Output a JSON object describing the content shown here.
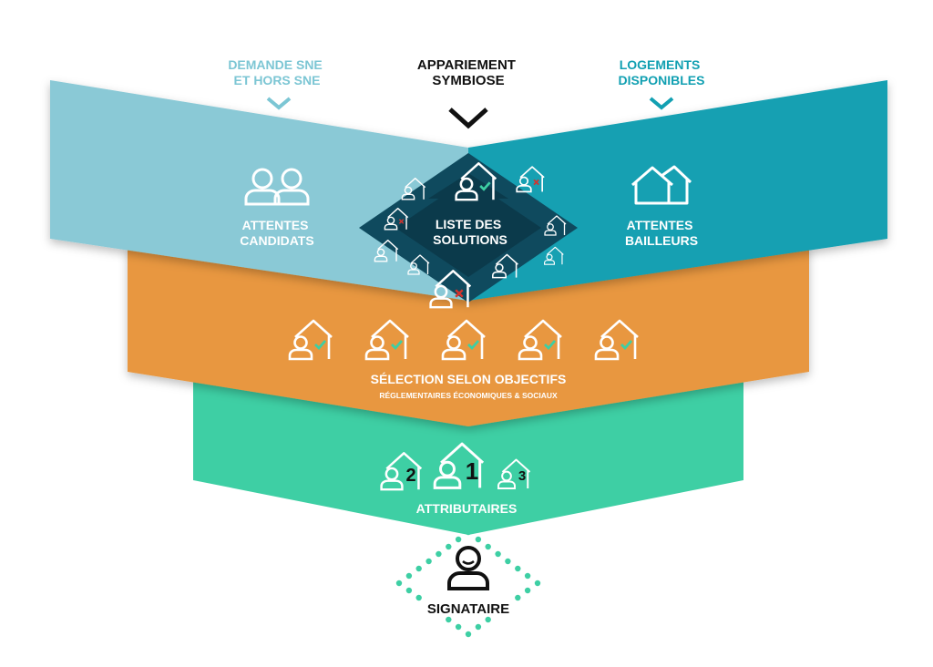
{
  "top_labels": {
    "left": [
      "DEMANDE SNE",
      "ET HORS SNE"
    ],
    "center": [
      "APPARIEMENT",
      "SYMBIOSE"
    ],
    "right": [
      "LOGEMENTS",
      "DISPONIBLES"
    ]
  },
  "band1": {
    "left": [
      "ATTENTES",
      "CANDIDATS"
    ],
    "center": [
      "LISTE DES",
      "SOLUTIONS"
    ],
    "right": [
      "ATTENTES",
      "BAILLEURS"
    ]
  },
  "band2": {
    "title": "SÉLECTION SELON OBJECTIFS",
    "subtitle": "RÉGLEMENTAIRES ÉCONOMIQUES & SOCIAUX"
  },
  "band3": {
    "label": "ATTRIBUTAIRES",
    "ranks": [
      "2",
      "1",
      "3"
    ]
  },
  "bottom": {
    "label": "SIGNATAIRE"
  },
  "colors": {
    "light_blue": "#8ac9d6",
    "dark_teal": "#12a0b2",
    "navy": "#0f4a5e",
    "orange": "#e8973f",
    "green": "#3ecfa4",
    "check": "#3ecfa4",
    "cross": "#d4322c",
    "label_light": "#7cc6d4",
    "label_dark": "#12a0b2",
    "black": "#111111"
  },
  "icons": {
    "candidats": "people-icon",
    "bailleurs": "houses-icon",
    "solutions": "person-house-icon",
    "signataire": "person-icon"
  }
}
